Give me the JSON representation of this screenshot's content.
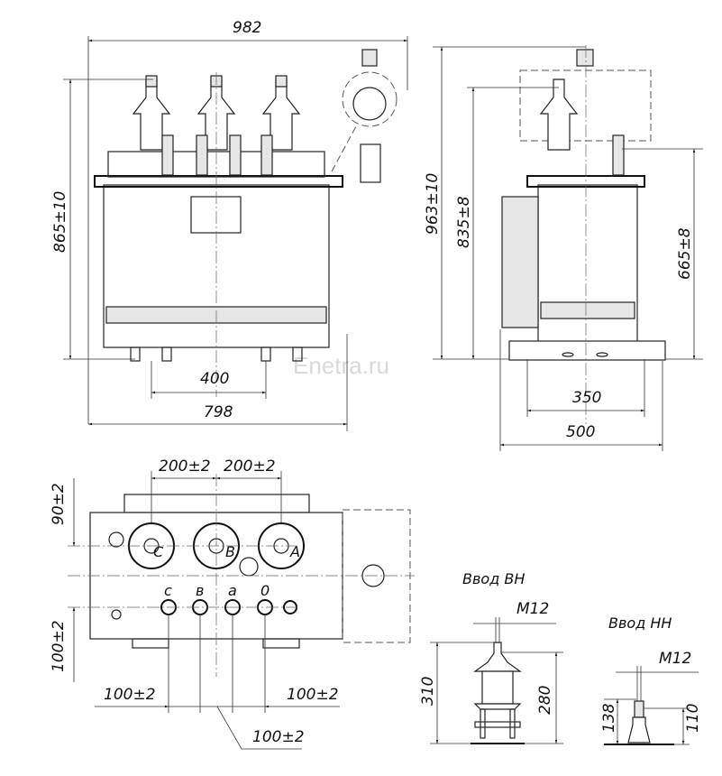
{
  "watermark": "Enetra.ru",
  "front_view": {
    "overall_width": "982",
    "height": "865±10",
    "rail_spacing": "400",
    "base_width": "798"
  },
  "side_view": {
    "height_total": "963±10",
    "height_hv": "835±8",
    "height_lv": "665±8",
    "rail_spacing": "350",
    "base_width": "500"
  },
  "top_view": {
    "hv_spacing_1": "200±2",
    "hv_spacing_2": "200±2",
    "offset_top": "90±2",
    "offset_bottom": "100±2",
    "lv_spacing_left": "100±2",
    "lv_spacing_right": "100±2",
    "lv_spacing_mid": "100±2",
    "hv_labels": [
      "C",
      "B",
      "A"
    ],
    "lv_labels": [
      "c",
      "в",
      "a",
      "0"
    ]
  },
  "hv_bushing": {
    "title": "Ввод ВН",
    "thread": "M12",
    "height_total": "310",
    "height_body": "280"
  },
  "lv_bushing": {
    "title": "Ввод НН",
    "thread": "M12",
    "height_total": "138",
    "height_body": "110"
  }
}
